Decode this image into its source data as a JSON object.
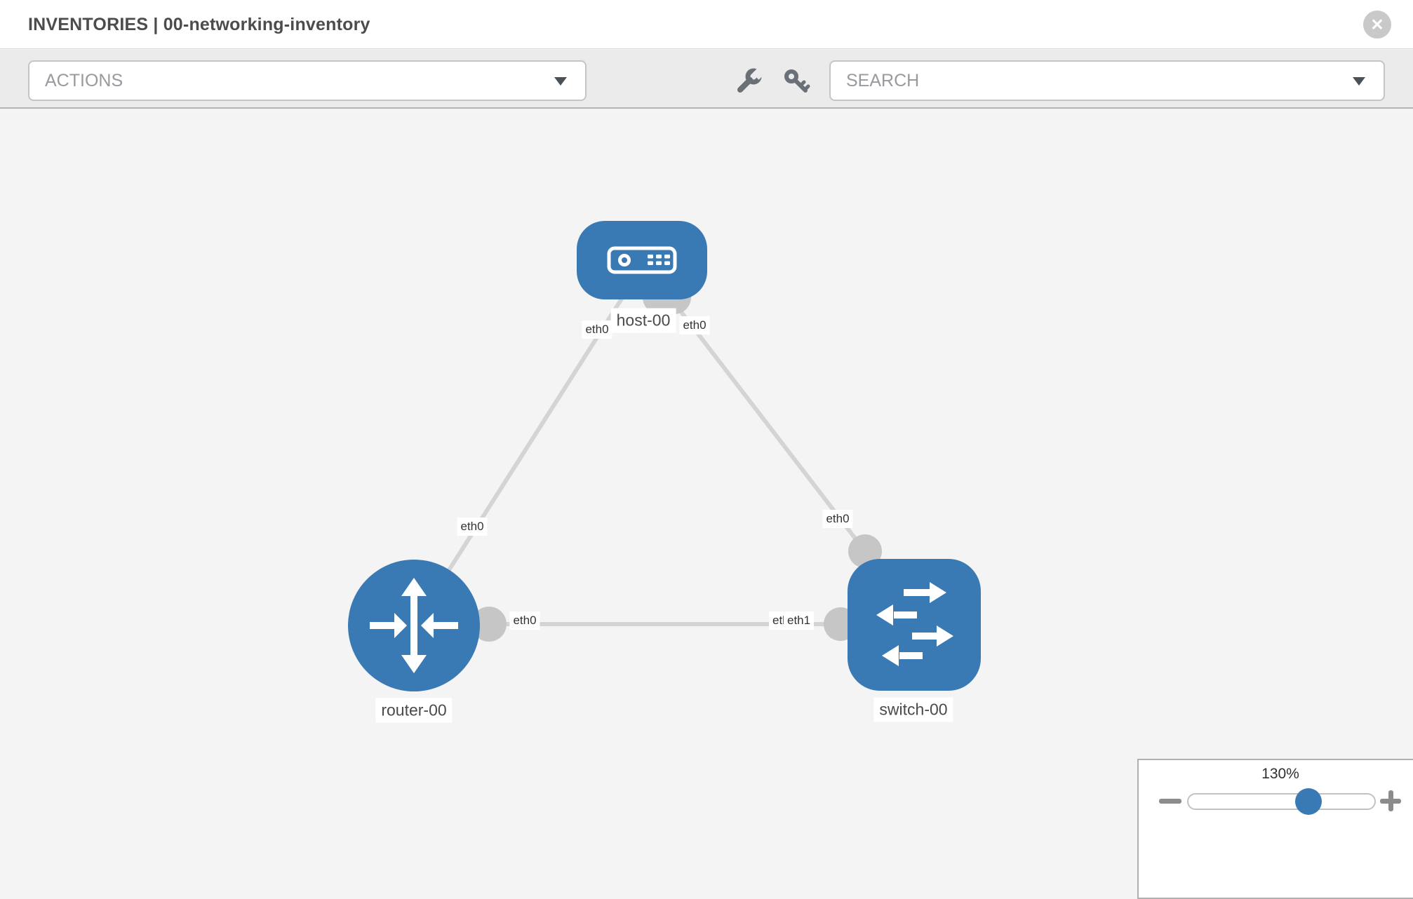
{
  "header": {
    "title": "INVENTORIES | 00-networking-inventory",
    "close_icon": "✕"
  },
  "toolbar": {
    "actions_dropdown": {
      "label": "ACTIONS"
    },
    "search_dropdown": {
      "label": "SEARCH"
    },
    "icons": {
      "wrench": "wrench-icon",
      "key": "key-icon"
    }
  },
  "topology": {
    "nodes": [
      {
        "id": "host-00",
        "label": "host-00",
        "type": "host"
      },
      {
        "id": "router-00",
        "label": "router-00",
        "type": "router"
      },
      {
        "id": "switch-00",
        "label": "switch-00",
        "type": "switch"
      }
    ],
    "links": [
      {
        "from": "host-00",
        "from_if": "eth0",
        "to": "router-00",
        "to_if": "eth0"
      },
      {
        "from": "host-00",
        "from_if": "eth0",
        "to": "switch-00",
        "to_if": "eth0"
      },
      {
        "from": "router-00",
        "from_if": "eth0",
        "to": "switch-00",
        "to_if": "eth1"
      }
    ],
    "interface_labels": {
      "host_to_router": "eth0",
      "host_to_switch": "eth0",
      "router_to_host": "eth0",
      "router_to_switch": "eth0",
      "switch_to_host": "eth0",
      "switch_to_router": "eth1",
      "switch_left_hidden": "eth0"
    },
    "colors": {
      "node_fill": "#3a7ab4",
      "link": "#d4d4d4",
      "port": "#c6c6c6"
    }
  },
  "zoom_control": {
    "level": "130%"
  }
}
